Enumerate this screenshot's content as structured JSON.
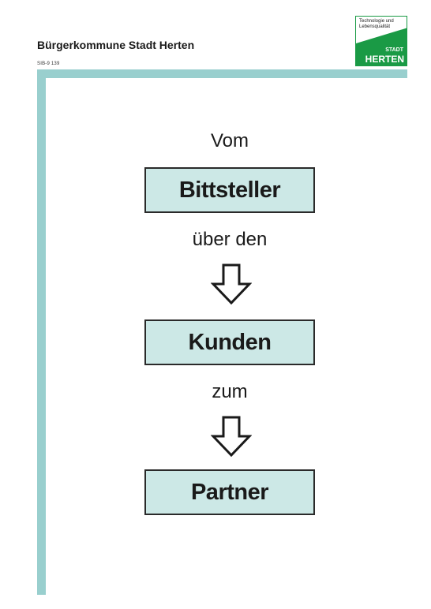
{
  "header": {
    "title": "Bürgerkommune Stadt Herten",
    "doc_ref": "SIB-9  139"
  },
  "logo": {
    "tagline": "Technologie und\nLebensqualität",
    "stadt": "STADT",
    "herten": "HERTEN",
    "colors": {
      "green": "#1a9a45",
      "text": "#ffffff"
    }
  },
  "flow": {
    "intro": "Vom",
    "box1": "Bittsteller",
    "connector1": "über den",
    "box2": "Kunden",
    "connector2": "zum",
    "box3": "Partner",
    "arrow_icon": "down-arrow-icon"
  },
  "colors": {
    "accent_bar": "#99cfce",
    "box_fill": "#cce8e6",
    "box_border": "#2a2a2a"
  }
}
